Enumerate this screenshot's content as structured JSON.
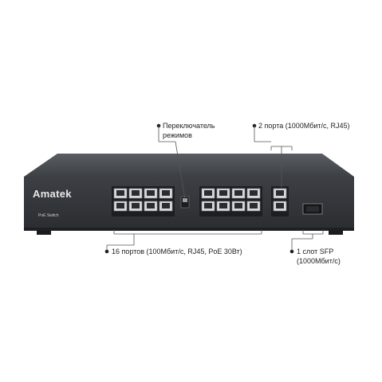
{
  "device": {
    "brand": "Amatek",
    "model_label": "PoE Switch"
  },
  "callouts": {
    "mode_switch": {
      "line1": "Переключатель",
      "line2": "режимов"
    },
    "uplink_ports": {
      "text": "2 порта (1000Мбит/с, RJ45)"
    },
    "poe_ports": {
      "text": "16 портов (100Мбит/с, RJ45, PoE 30Вт)"
    },
    "sfp_slot": {
      "line1": "1 слот SFP",
      "line2": "(1000Мбит/с)"
    }
  },
  "colors": {
    "chassis": "#3a3c40",
    "chassis_dark": "#26282b",
    "port": "#cfd2d6",
    "callout_line": "#555555"
  },
  "ports": {
    "poe_count": 16,
    "uplink_count": 2,
    "sfp_count": 1
  }
}
